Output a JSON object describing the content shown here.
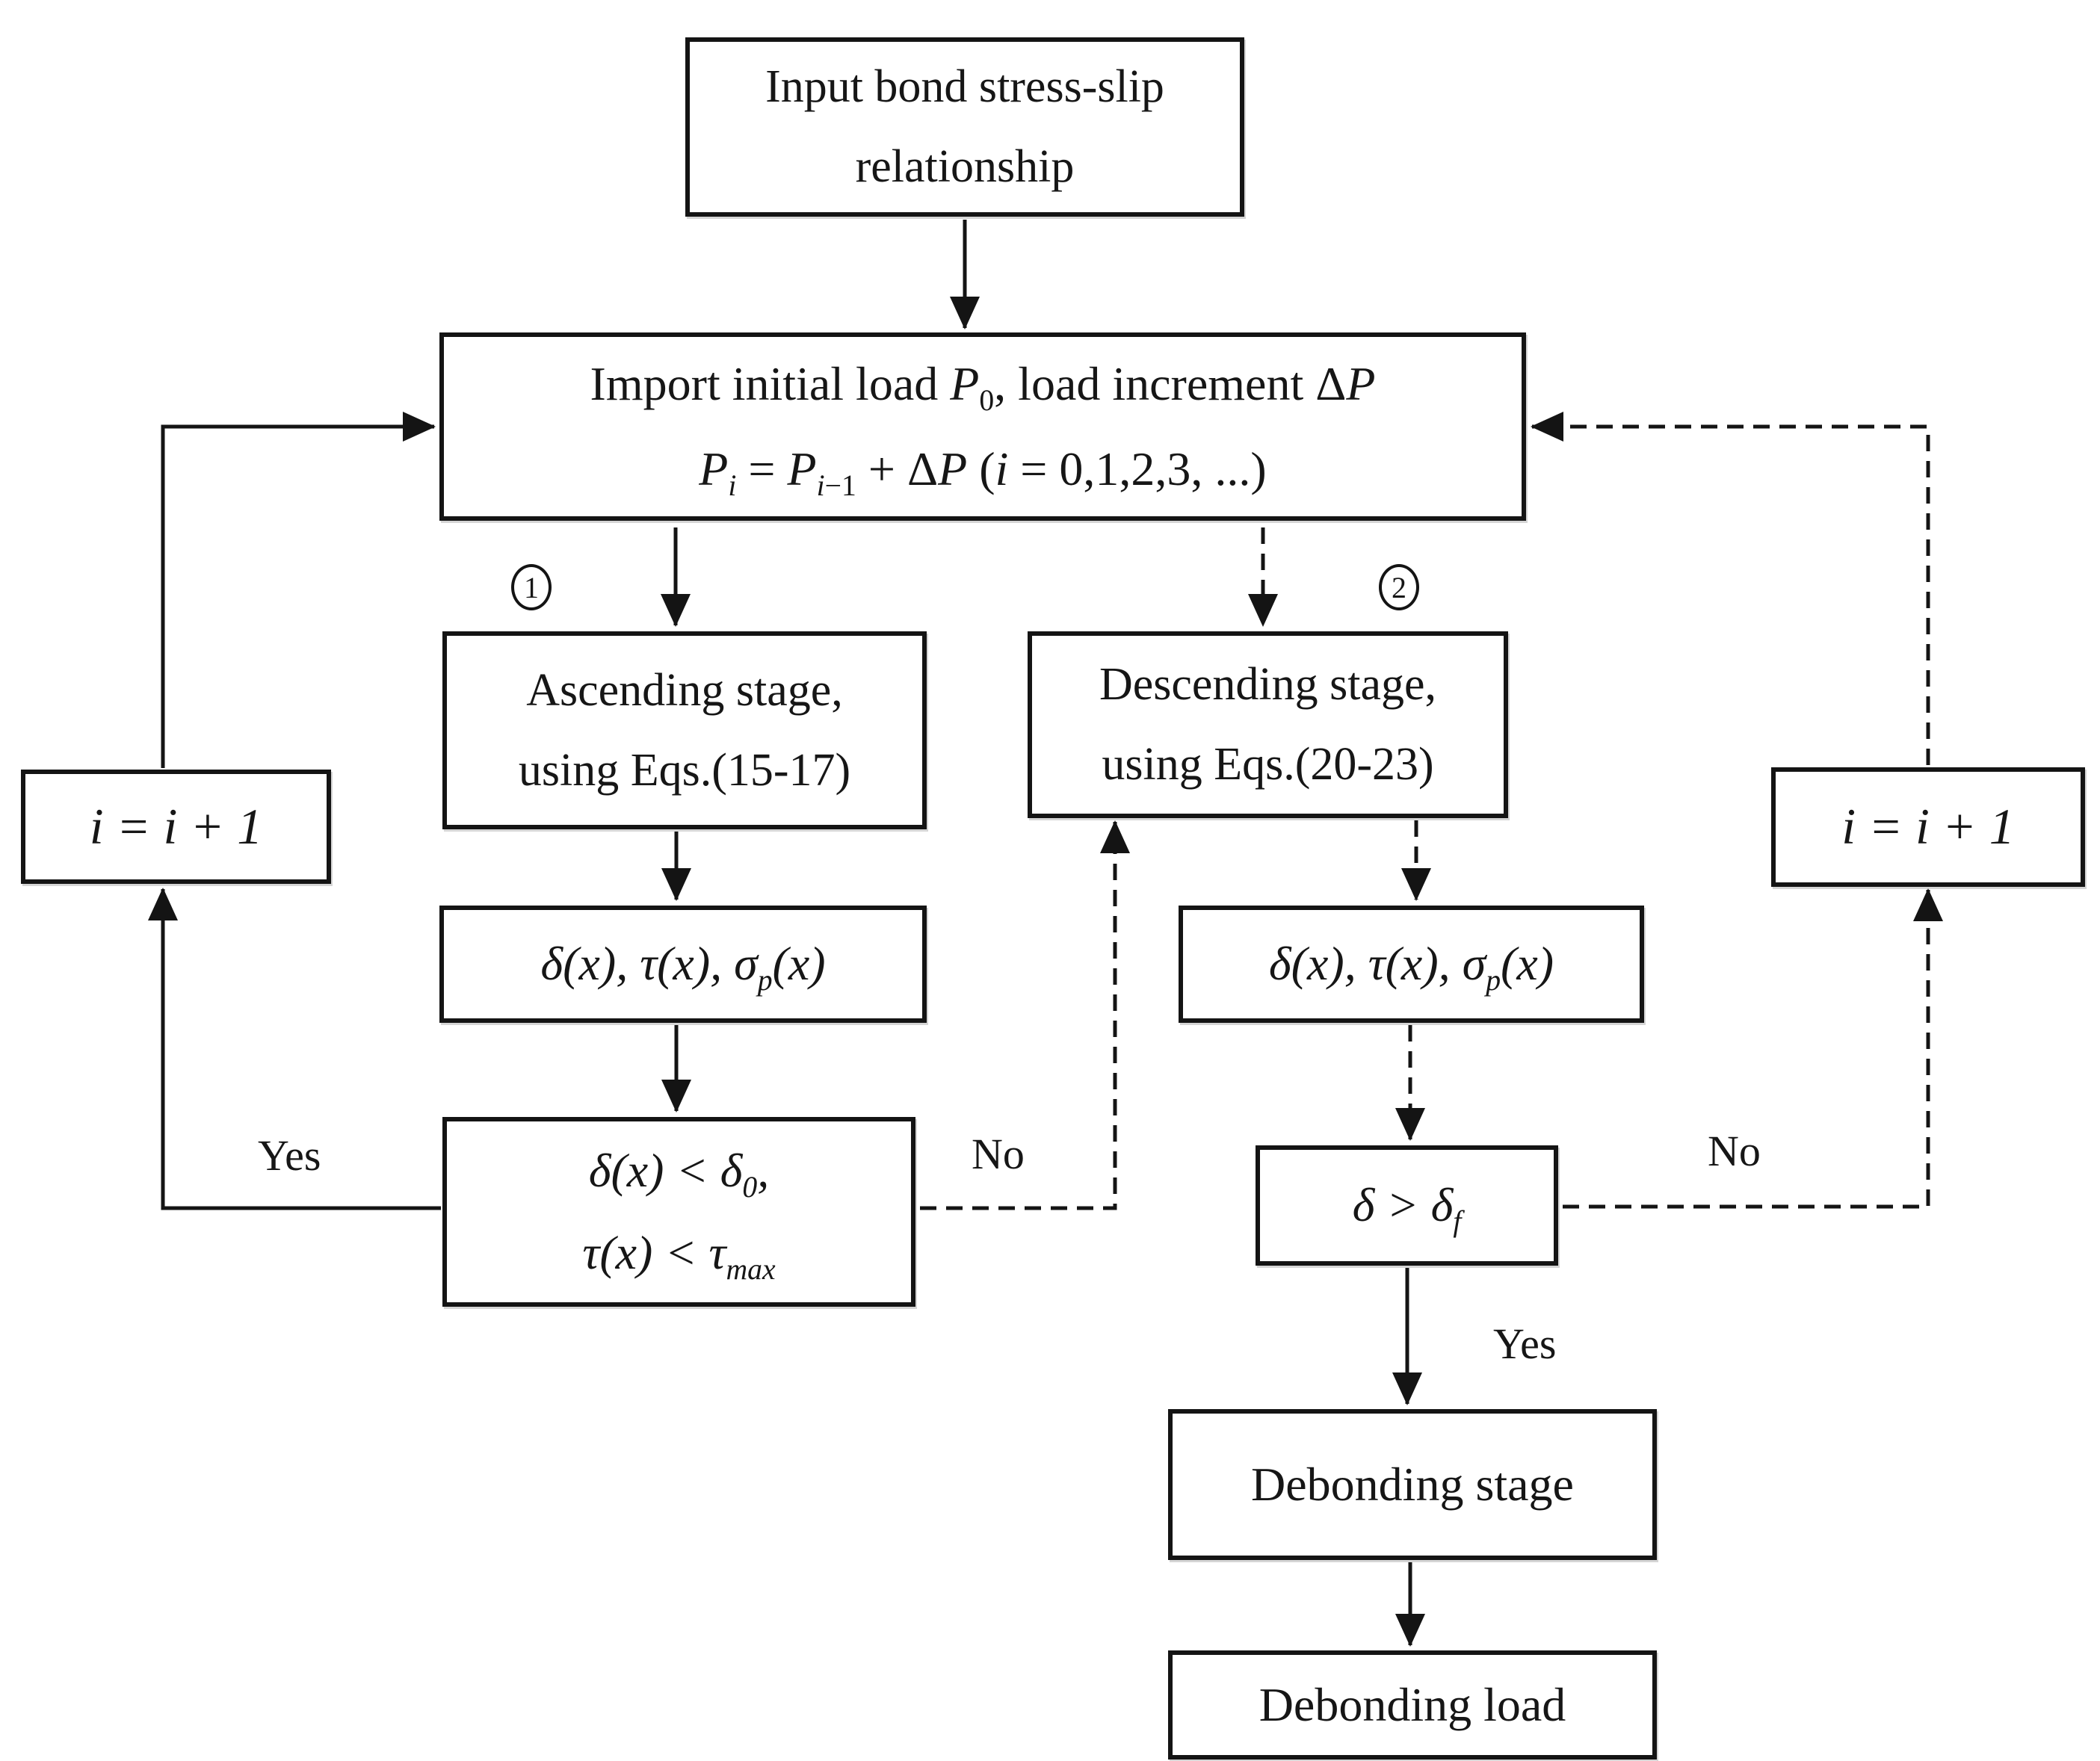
{
  "figure": {
    "type": "flowchart",
    "topic": "Iterative bond stress-slip analysis procedure"
  },
  "nodes": {
    "input": {
      "text": "Input bond stress-slip\nrelationship"
    },
    "import": {
      "line1": "Import initial load  *P*_{0}, load increment  Δ*P*",
      "line2": "*P*_{*i*} = *P*_{*i*−1} + Δ*P* (*i* = 0,1,2,3, ...)"
    },
    "ascending": {
      "text": "Ascending stage,\nusing Eqs.(15-17)"
    },
    "descending": {
      "text": "Descending stage,\nusing Eqs.(20-23)"
    },
    "delta_left": {
      "text": "δ(x), τ(x), σ_{p}(x)"
    },
    "delta_right": {
      "text": "δ(x), τ(x), σ_{p}(x)"
    },
    "decision_ascending": {
      "text": "δ(x) < δ_{0},\nτ(x) < τ_{max}"
    },
    "decision_descending": {
      "text": "δ > δ_{f}"
    },
    "increment_left": {
      "text": "i = i + 1"
    },
    "increment_right": {
      "text": "i = i + 1"
    },
    "debonding_stage": {
      "text": "Debonding stage"
    },
    "debonding_load": {
      "text": "Debonding load"
    }
  },
  "labels": {
    "branch1": "1",
    "branch2": "2",
    "yes_left": "Yes",
    "no_left": "No",
    "no_right": "No",
    "yes_right": "Yes"
  },
  "edges": [
    {
      "from": "input",
      "to": "import",
      "style": "solid"
    },
    {
      "from": "import",
      "to": "ascending",
      "style": "solid",
      "label": "1"
    },
    {
      "from": "import",
      "to": "descending",
      "style": "dashed",
      "label": "2"
    },
    {
      "from": "ascending",
      "to": "delta_left",
      "style": "solid"
    },
    {
      "from": "delta_left",
      "to": "decision_ascending",
      "style": "solid"
    },
    {
      "from": "decision_ascending",
      "to": "increment_left",
      "style": "solid",
      "label": "Yes"
    },
    {
      "from": "increment_left",
      "to": "import",
      "style": "solid"
    },
    {
      "from": "decision_ascending",
      "to": "descending",
      "style": "dashed",
      "label": "No"
    },
    {
      "from": "descending",
      "to": "delta_right",
      "style": "dashed"
    },
    {
      "from": "delta_right",
      "to": "decision_descending",
      "style": "dashed"
    },
    {
      "from": "decision_descending",
      "to": "increment_right",
      "style": "dashed",
      "label": "No"
    },
    {
      "from": "increment_right",
      "to": "import",
      "style": "dashed"
    },
    {
      "from": "decision_descending",
      "to": "debonding_stage",
      "style": "solid",
      "label": "Yes"
    },
    {
      "from": "debonding_stage",
      "to": "debonding_load",
      "style": "solid"
    }
  ],
  "colors": {
    "background": "#ffffff",
    "line": "#141414",
    "box_border": "#141414",
    "text": "#161616"
  }
}
